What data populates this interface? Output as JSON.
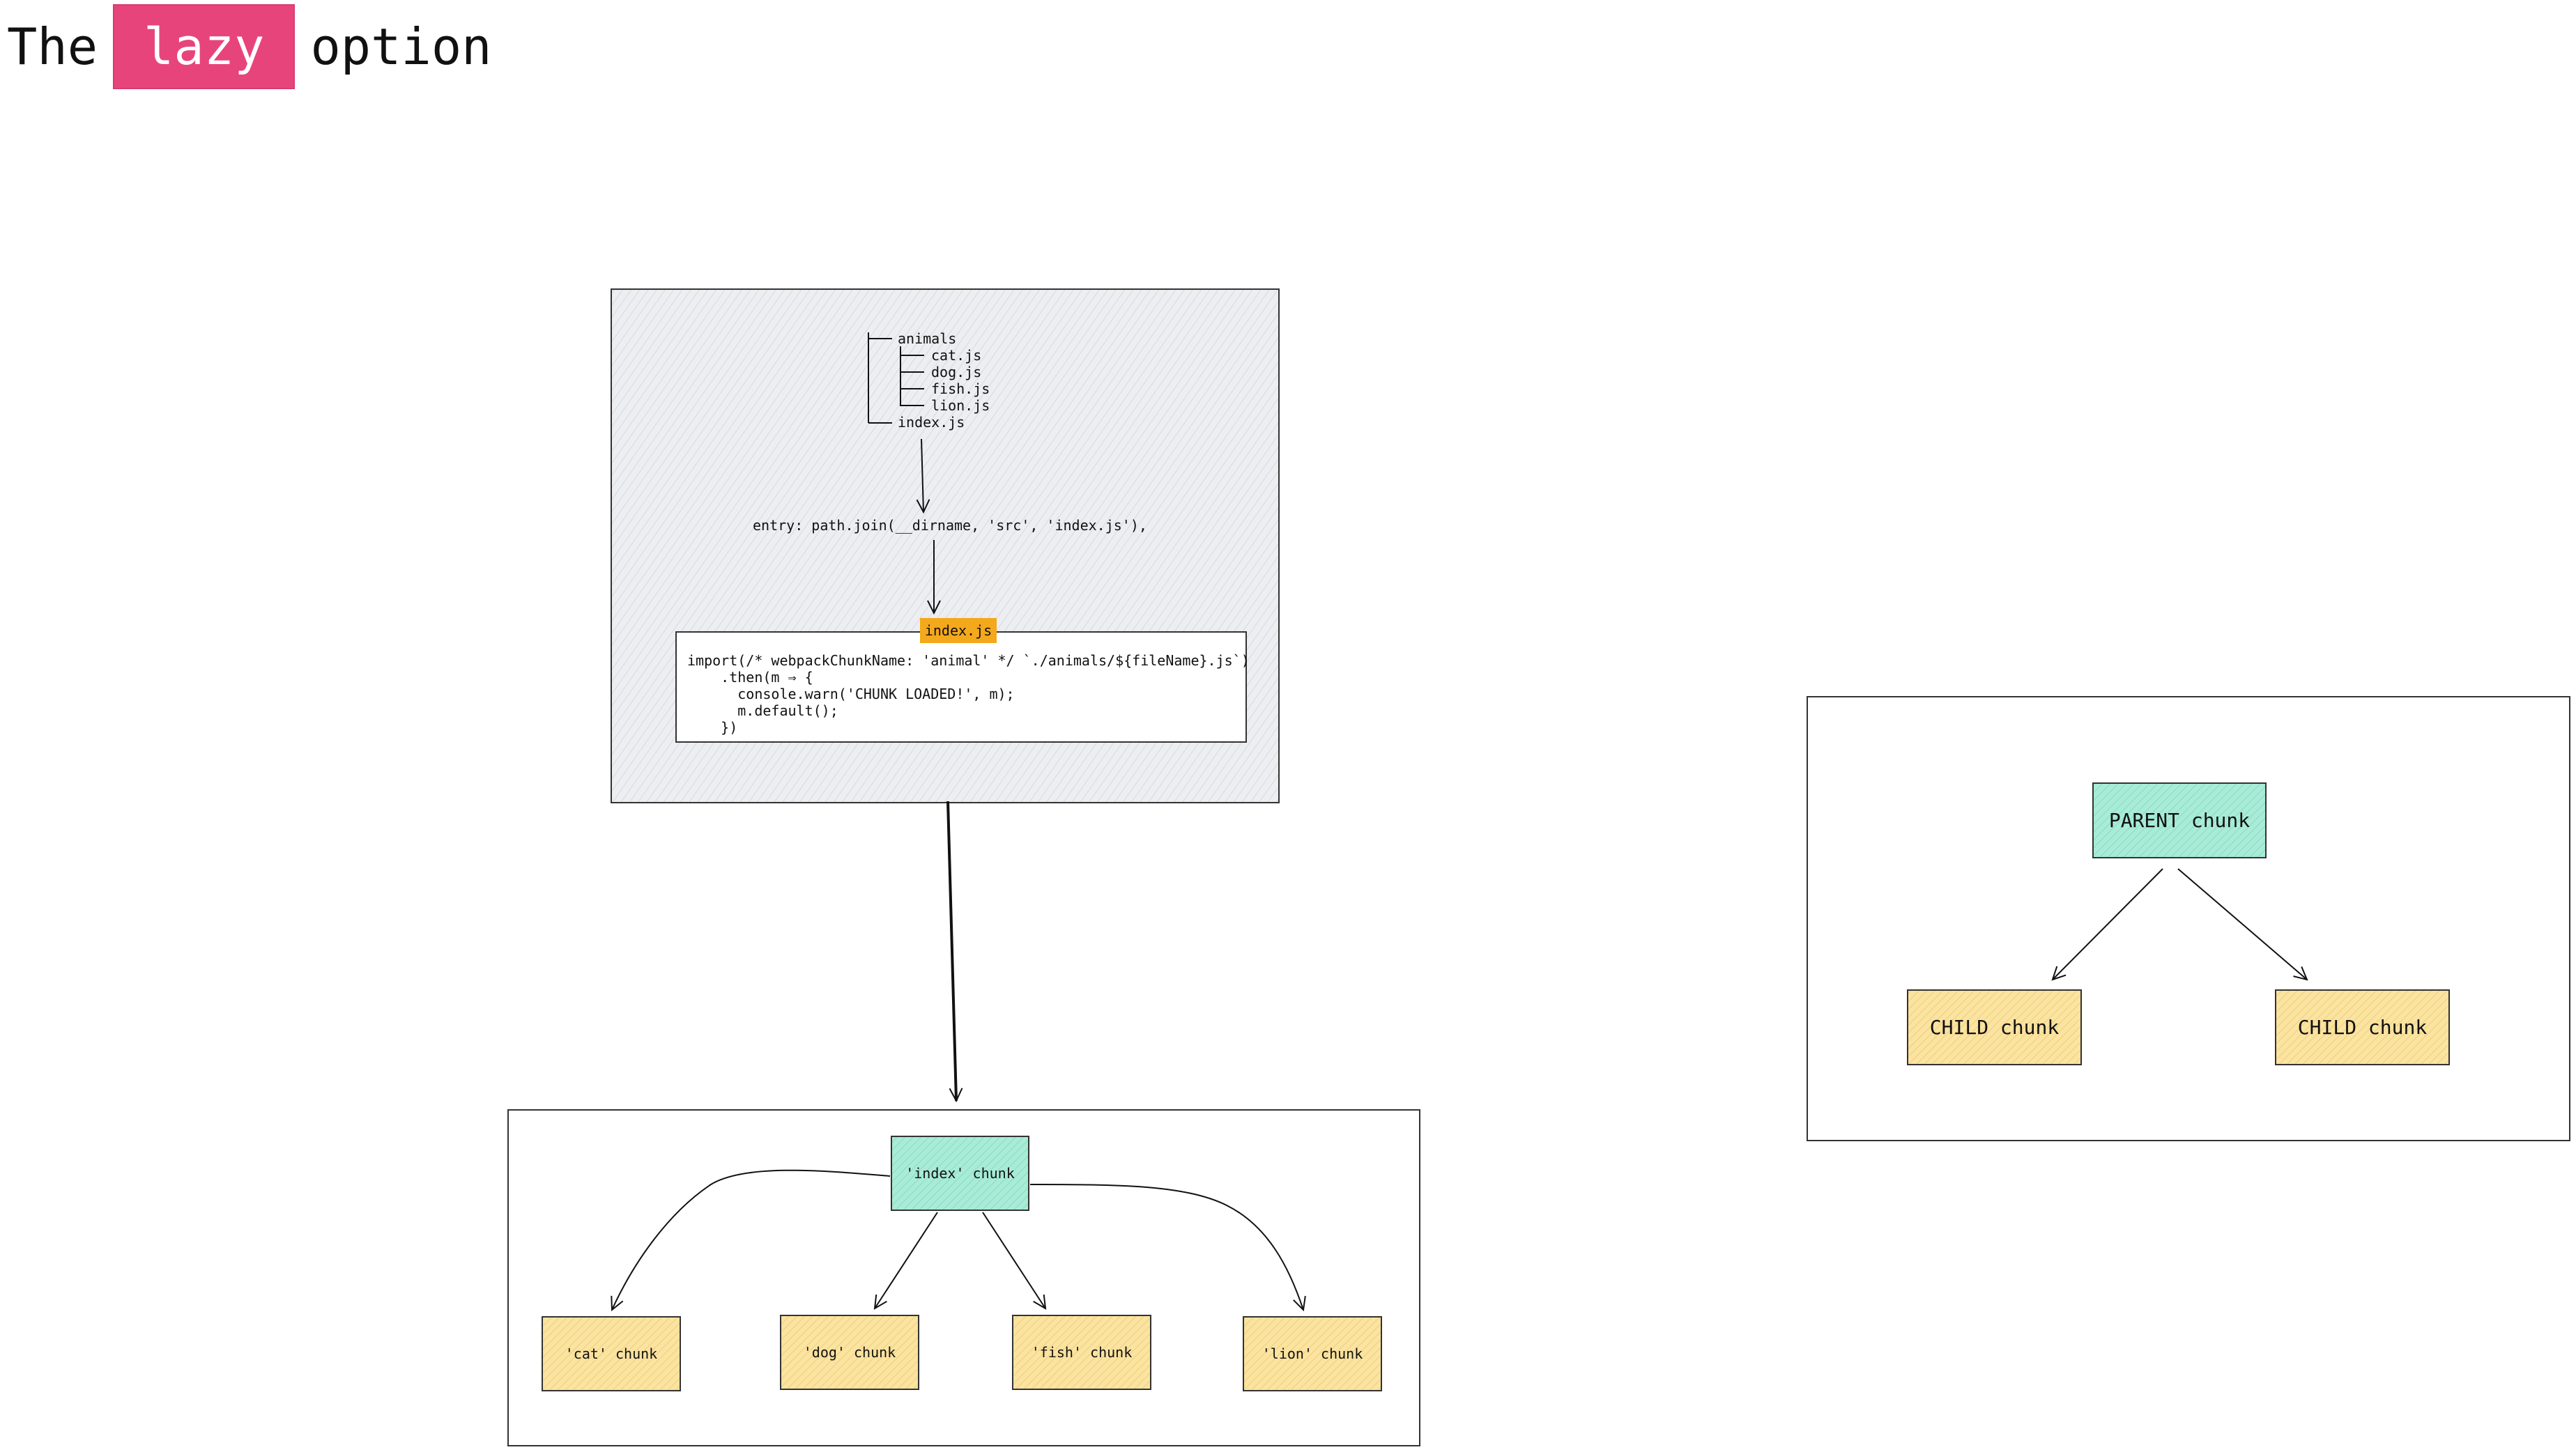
{
  "title": {
    "prefix": "The",
    "highlight": "lazy",
    "suffix": "option"
  },
  "tree": {
    "rows": [
      {
        "label": "animals"
      },
      {
        "label": "cat.js"
      },
      {
        "label": "dog.js"
      },
      {
        "label": "fish.js"
      },
      {
        "label": "lion.js"
      },
      {
        "label": "index.js"
      }
    ]
  },
  "entry_line": "entry: path.join(__dirname, 'src', 'index.js'),",
  "code_tab": "index.js",
  "code_lines": [
    "import(/* webpackChunkName: 'animal' */ `./animals/${fileName}.js`)",
    "    .then(m ⇒ {",
    "      console.warn('CHUNK LOADED!', m);",
    "      m.default();",
    "    })"
  ],
  "chunks_left": {
    "parent": "'index' chunk",
    "children": [
      "'cat' chunk",
      "'dog' chunk",
      "'fish' chunk",
      "'lion' chunk"
    ]
  },
  "chunks_right": {
    "parent": "PARENT chunk",
    "children": [
      "CHILD chunk",
      "CHILD chunk"
    ]
  },
  "colors": {
    "badge": "#e8447c",
    "parent_chunk": "#a8ecd7",
    "child_chunk": "#fbe3a0",
    "tab": "#f4a81c",
    "panel": "#eceef1"
  }
}
